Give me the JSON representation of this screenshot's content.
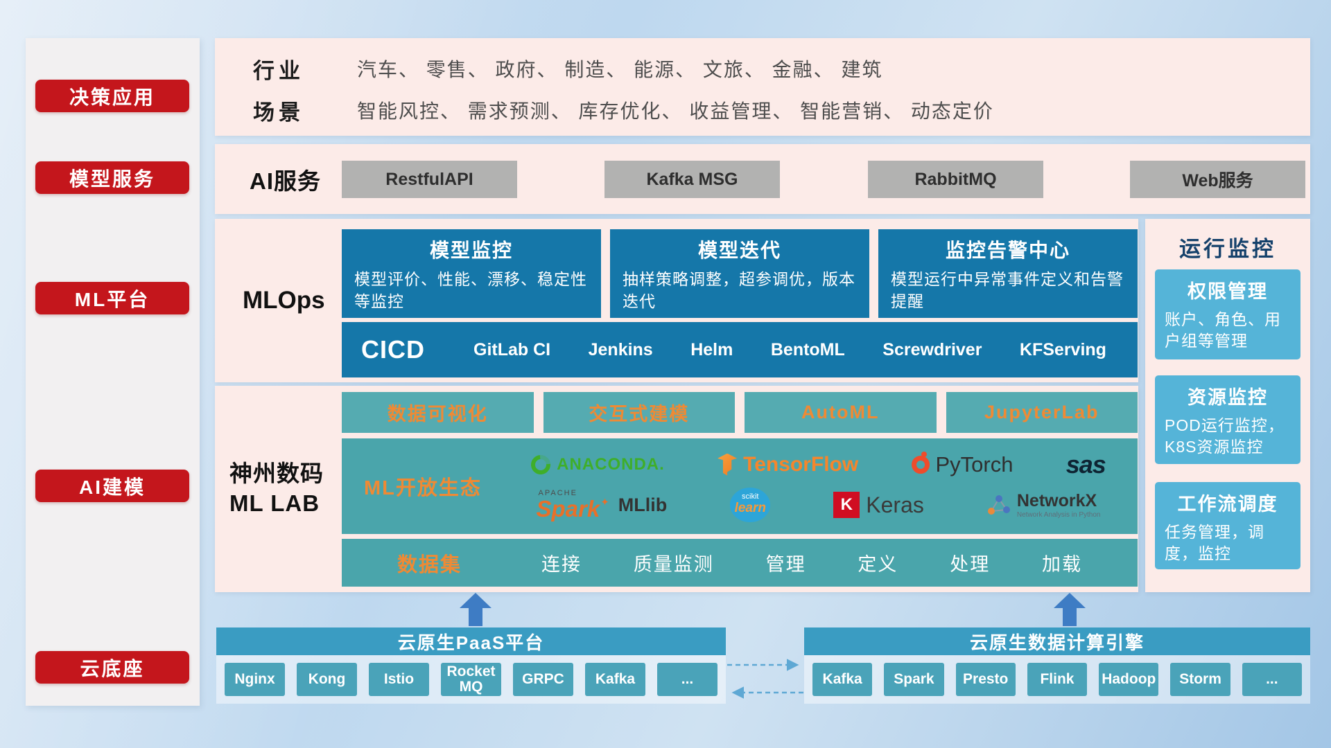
{
  "colors": {
    "accent_red": "#c4161c",
    "panel_pink": "#fcebe8",
    "card_blue": "#1577a9",
    "teal": "#4aa5ab",
    "orange": "#ef8a34",
    "monitor_card_blue": "#55b4d8",
    "bottom_bar_blue": "#3a9cc2",
    "arrow_blue": "#3e7cc4"
  },
  "sidebar": {
    "items": [
      {
        "label": "决策应用"
      },
      {
        "label": "模型服务"
      },
      {
        "label": "ML平台"
      },
      {
        "label": "AI建模"
      },
      {
        "label": "云底座"
      }
    ]
  },
  "scenario_panel": {
    "rows": [
      {
        "label": "行业",
        "value": "汽车、 零售、 政府、 制造、 能源、 文旅、 金融、 建筑"
      },
      {
        "label": "场景",
        "value": "智能风控、 需求预测、 库存优化、 收益管理、 智能营销、 动态定价"
      }
    ]
  },
  "ai_service_panel": {
    "label": "AI服务",
    "buttons": [
      {
        "label": "RestfulAPI"
      },
      {
        "label": "Kafka MSG"
      },
      {
        "label": "RabbitMQ"
      },
      {
        "label": "Web服务"
      }
    ]
  },
  "mlops_panel": {
    "label": "MLOps",
    "cards": [
      {
        "title": "模型监控",
        "desc": "模型评价、性能、漂移、稳定性等监控"
      },
      {
        "title": "模型迭代",
        "desc": "抽样策略调整，超参调优，版本迭代"
      },
      {
        "title": "监控告警中心",
        "desc": "模型运行中异常事件定义和告警提醒"
      }
    ],
    "cicd": {
      "label": "CICD",
      "items": [
        {
          "label": "GitLab CI"
        },
        {
          "label": "Jenkins"
        },
        {
          "label": "Helm"
        },
        {
          "label": "BentoML"
        },
        {
          "label": "Screwdriver"
        },
        {
          "label": "KFServing"
        }
      ]
    }
  },
  "mllab_panel": {
    "label_line1": "神州数码",
    "label_line2": "ML LAB",
    "tools": [
      {
        "label": "数据可视化"
      },
      {
        "label": "交互式建模"
      },
      {
        "label": "AutoML"
      },
      {
        "label": "JupyterLab"
      }
    ],
    "ecosystem": {
      "label": "ML开放生态",
      "logos": {
        "anaconda": "ANACONDA.",
        "tensorflow": "TensorFlow",
        "pytorch": "PyTorch",
        "sas": "sas",
        "spark_apache": "APACHE",
        "spark": "Spark",
        "mllib": "MLlib",
        "scikit_top": "scikit",
        "scikit_learn": "learn",
        "keras_k": "K",
        "keras": "Keras",
        "networkx": "NetworkX",
        "networkx_sub": "Network Analysis in Python"
      }
    },
    "dataset": {
      "label": "数据集",
      "items": [
        {
          "label": "连接"
        },
        {
          "label": "质量监测"
        },
        {
          "label": "管理"
        },
        {
          "label": "定义"
        },
        {
          "label": "处理"
        },
        {
          "label": "加载"
        }
      ]
    }
  },
  "monitoring_panel": {
    "title": "运行监控",
    "cards": [
      {
        "title": "权限管理",
        "desc": "账户、角色、用户组等管理"
      },
      {
        "title": "资源监控",
        "desc": "POD运行监控，K8S资源监控"
      },
      {
        "title": "工作流调度",
        "desc": "任务管理，调度，监控"
      }
    ]
  },
  "foundation": {
    "paas": {
      "title": "云原生PaaS平台",
      "items": [
        {
          "label": "Nginx"
        },
        {
          "label": "Kong"
        },
        {
          "label": "Istio"
        },
        {
          "label": "RocketMQ"
        },
        {
          "label": "GRPC"
        },
        {
          "label": "Kafka"
        },
        {
          "label": "..."
        }
      ]
    },
    "engine": {
      "title": "云原生数据计算引擎",
      "items": [
        {
          "label": "Kafka"
        },
        {
          "label": "Spark"
        },
        {
          "label": "Presto"
        },
        {
          "label": "Flink"
        },
        {
          "label": "Hadoop"
        },
        {
          "label": "Storm"
        },
        {
          "label": "..."
        }
      ]
    }
  }
}
